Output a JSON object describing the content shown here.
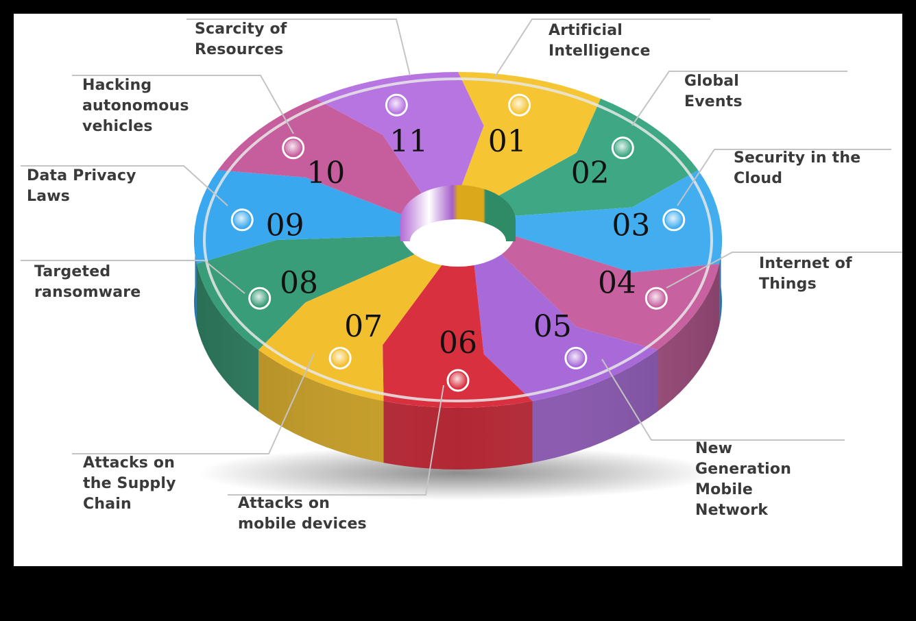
{
  "diagram": {
    "type": "3d-donut-infographic",
    "segments": [
      {
        "number": "01",
        "label": "Artificial\nIntelligence",
        "color": "#f5c534"
      },
      {
        "number": "02",
        "label": "Global\nEvents",
        "color": "#3ea884"
      },
      {
        "number": "03",
        "label": "Security in the\nCloud",
        "color": "#42aef0"
      },
      {
        "number": "04",
        "label": "Internet of\nThings",
        "color": "#c8619f"
      },
      {
        "number": "05",
        "label": "New\nGeneration\nMobile\nNetwork",
        "color": "#a86ad8"
      },
      {
        "number": "06",
        "label": "Attacks on\nmobile devices",
        "color": "#d9303f"
      },
      {
        "number": "07",
        "label": "Attacks on\nthe Supply\nChain",
        "color": "#f2bf2e"
      },
      {
        "number": "08",
        "label": "Targeted\nransomware",
        "color": "#3a9d7a"
      },
      {
        "number": "09",
        "label": "Data  Privacy\nLaws",
        "color": "#3aa8ee"
      },
      {
        "number": "10",
        "label": "Hacking\nautonomous\nvehicles",
        "color": "#c65e9d"
      },
      {
        "number": "11",
        "label": "Scarcity of\nResources",
        "color": "#b775e2"
      }
    ]
  }
}
